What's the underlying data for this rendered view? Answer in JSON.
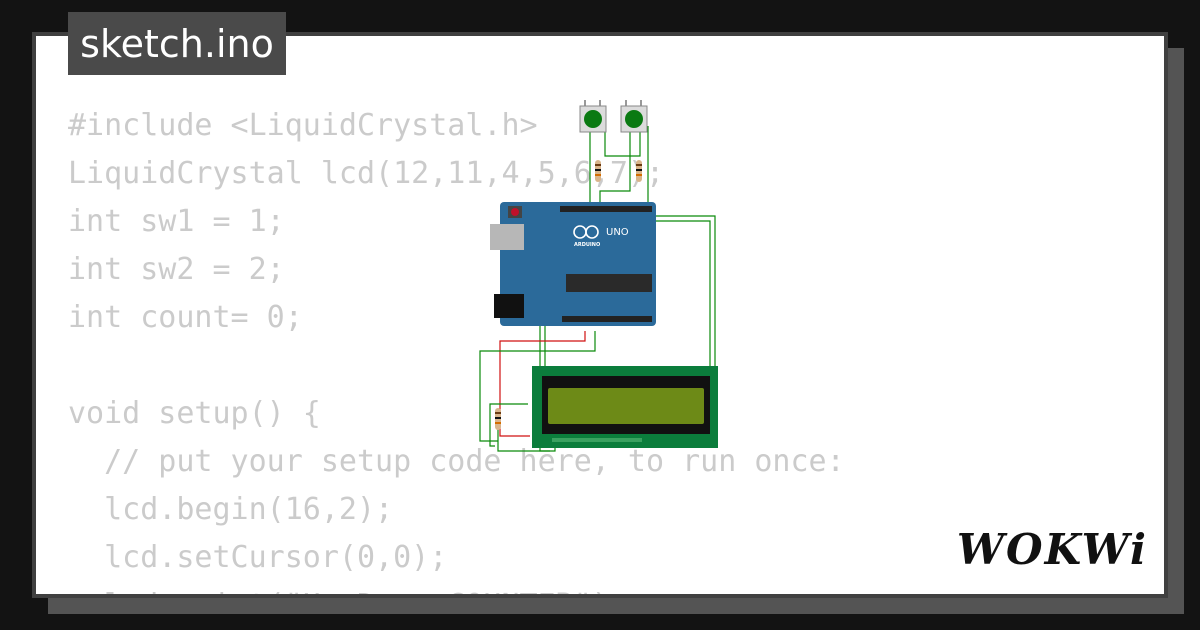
{
  "title": "sketch.ino",
  "code_lines": [
    "#include <LiquidCrystal.h>",
    "LiquidCrystal lcd(12,11,4,5,6,7);",
    "int sw1 = 1;",
    "int sw2 = 2;",
    "int count= 0;",
    "",
    "void setup() {",
    "  // put your setup code here, to run once:",
    "  lcd.begin(16,2);",
    "  lcd.setCursor(0,0);",
    "  lcd.print(\"Up Down COUNTER\");"
  ],
  "board": {
    "model": "UNO",
    "brand": "ARDUINO"
  },
  "logo": "WOKWi",
  "colors": {
    "background": "#131313",
    "card": "#ffffff",
    "code_text": "#cbcbcb",
    "title_bg": "#4a4a4a",
    "board_blue": "#2b6a9a",
    "lcd_green": "#0b7d3c",
    "lcd_screen": "#6d8a17",
    "wire_green": "#0a8a0a",
    "wire_red": "#d01010"
  }
}
